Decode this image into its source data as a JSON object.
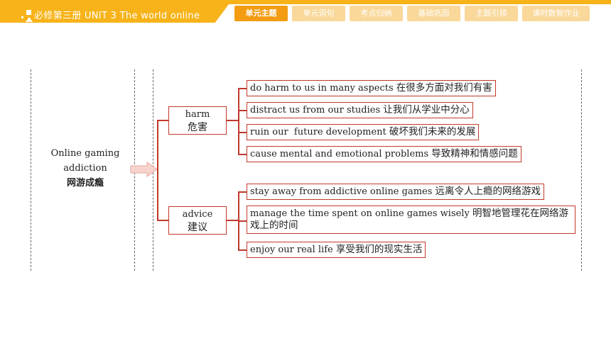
{
  "header": {
    "title": "必修第三册    UNIT 3    The world online",
    "tabs": [
      "单元主题",
      "单元词句",
      "考点归纳",
      "基础巩固",
      "主题引领",
      "课时数智作业"
    ],
    "active_tab": "单元主题",
    "accent_color": "#f7b319",
    "active_color": "#f39c12",
    "inactive_color": "#f9d89a"
  },
  "topic": {
    "en_line1": "Online gaming",
    "en_line2": "addiction",
    "zh": "网游成瘾"
  },
  "categories": [
    {
      "en": "harm",
      "zh": "危害",
      "items": [
        {
          "en": "do harm to us in many aspects",
          "zh": "在很多方面对我们有害"
        },
        {
          "en": "distract us from our studies",
          "zh": "让我们从学业中分心"
        },
        {
          "en": "ruin our  future development",
          "zh": "破坏我们未来的发展"
        },
        {
          "en": "cause mental and emotional problems",
          "zh": "导致精神和情感问题"
        }
      ]
    },
    {
      "en": "advice",
      "zh": "建议",
      "items": [
        {
          "en": "stay away from addictive online games",
          "zh": "远离令人上瘾的网络游戏"
        },
        {
          "en": "manage the time spent on online games wisely",
          "zh": "明智地管理花在网络游戏上的时间"
        },
        {
          "en": "enjoy our real life",
          "zh": "享受我们的现实生活"
        }
      ]
    }
  ],
  "line_color": "#c0392b"
}
